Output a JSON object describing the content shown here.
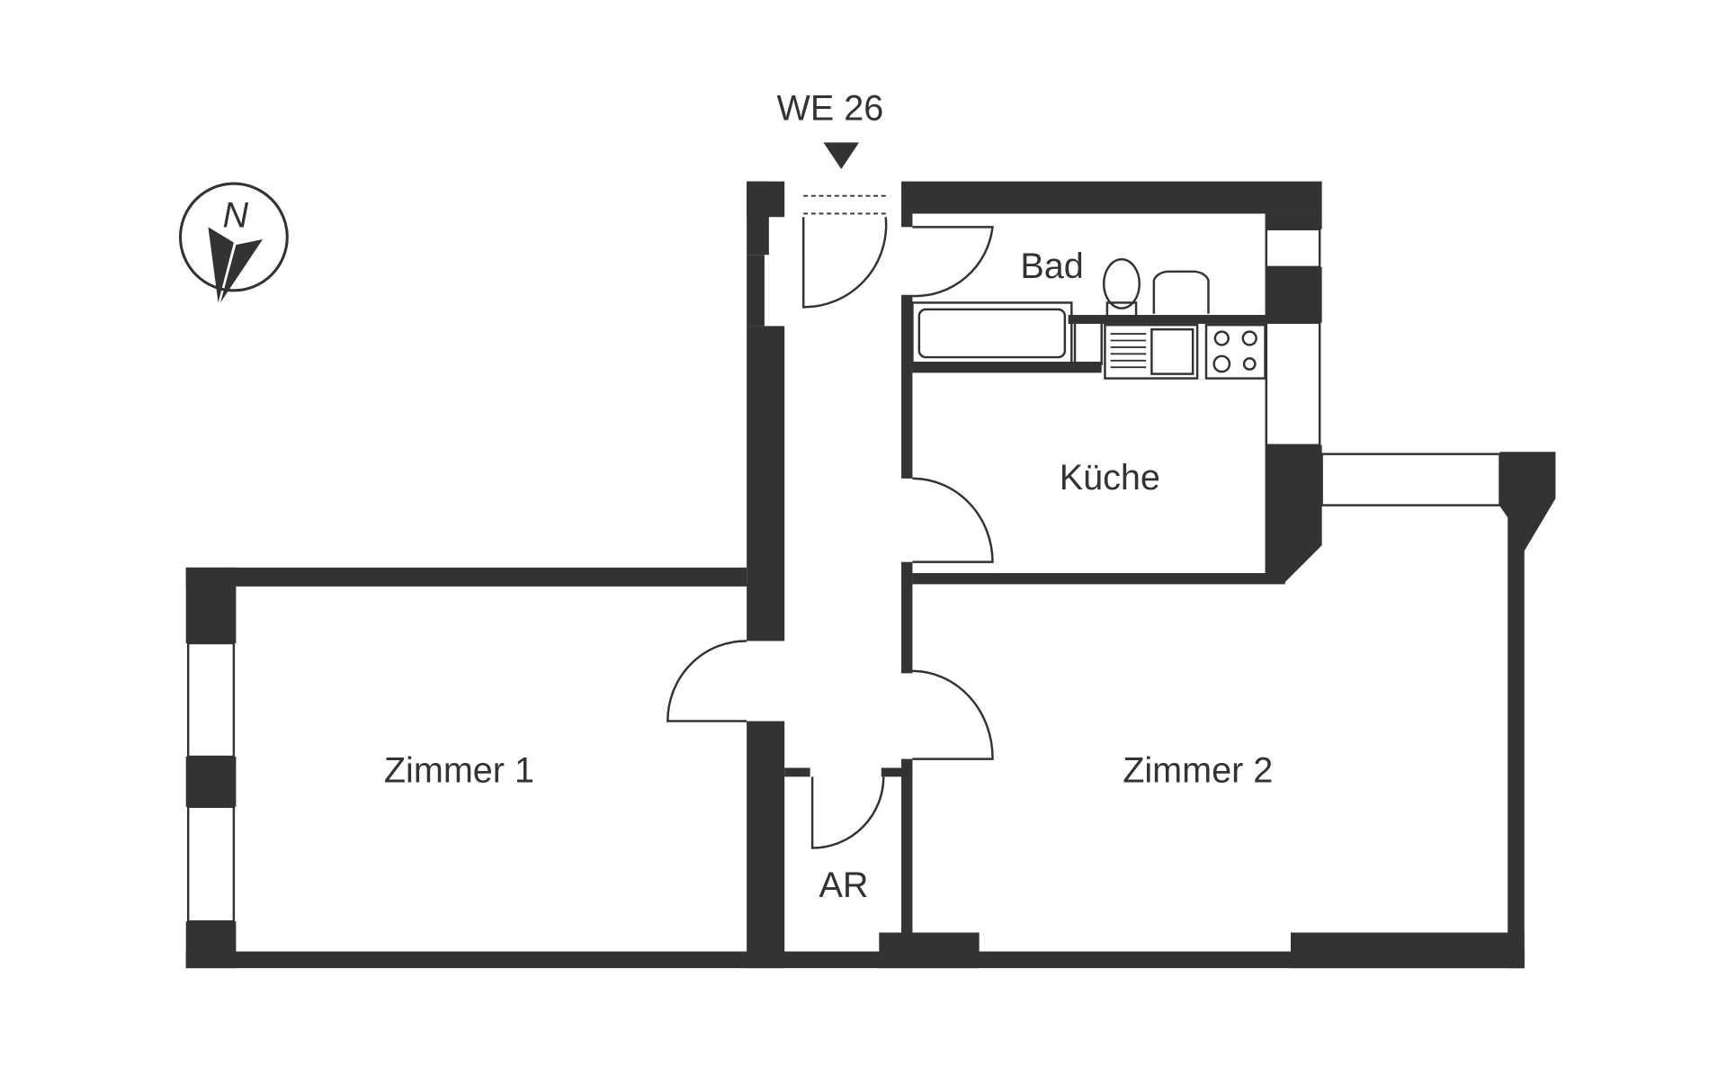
{
  "unit_label": "WE 26",
  "compass_label": "N",
  "rooms": {
    "bad": "Bad",
    "kueche": "Küche",
    "zimmer1": "Zimmer 1",
    "zimmer2": "Zimmer 2",
    "ar": "AR"
  },
  "colors": {
    "wall": "#333333",
    "background": "#ffffff"
  }
}
